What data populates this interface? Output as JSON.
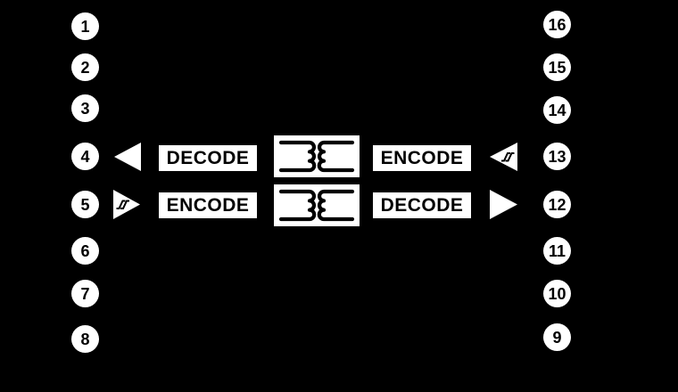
{
  "figure": {
    "title": "functional-block-diagram",
    "background_color": "#000000",
    "shape_color": "#ffffff",
    "text_on_shape_color": "#000000"
  },
  "pins": {
    "left": [
      "1",
      "2",
      "3",
      "4",
      "5",
      "6",
      "7",
      "8"
    ],
    "right": [
      "16",
      "15",
      "14",
      "13",
      "12",
      "11",
      "10",
      "9"
    ]
  },
  "channels": {
    "channel1": {
      "row_pins": "4-13",
      "direction": "right-to-left",
      "left_block_label": "DECODE",
      "right_block_label": "ENCODE",
      "left_buffer_icon": "output-buffer-left-triangle",
      "right_buffer_icon": "schmitt-trigger-input-left-triangle",
      "coupler_icon": "transformer-coupled-coils"
    },
    "channel2": {
      "row_pins": "5-12",
      "direction": "left-to-right",
      "left_block_label": "ENCODE",
      "right_block_label": "DECODE",
      "left_buffer_icon": "schmitt-trigger-input-right-triangle",
      "right_buffer_icon": "output-buffer-right-triangle",
      "coupler_icon": "transformer-coupled-coils"
    }
  }
}
